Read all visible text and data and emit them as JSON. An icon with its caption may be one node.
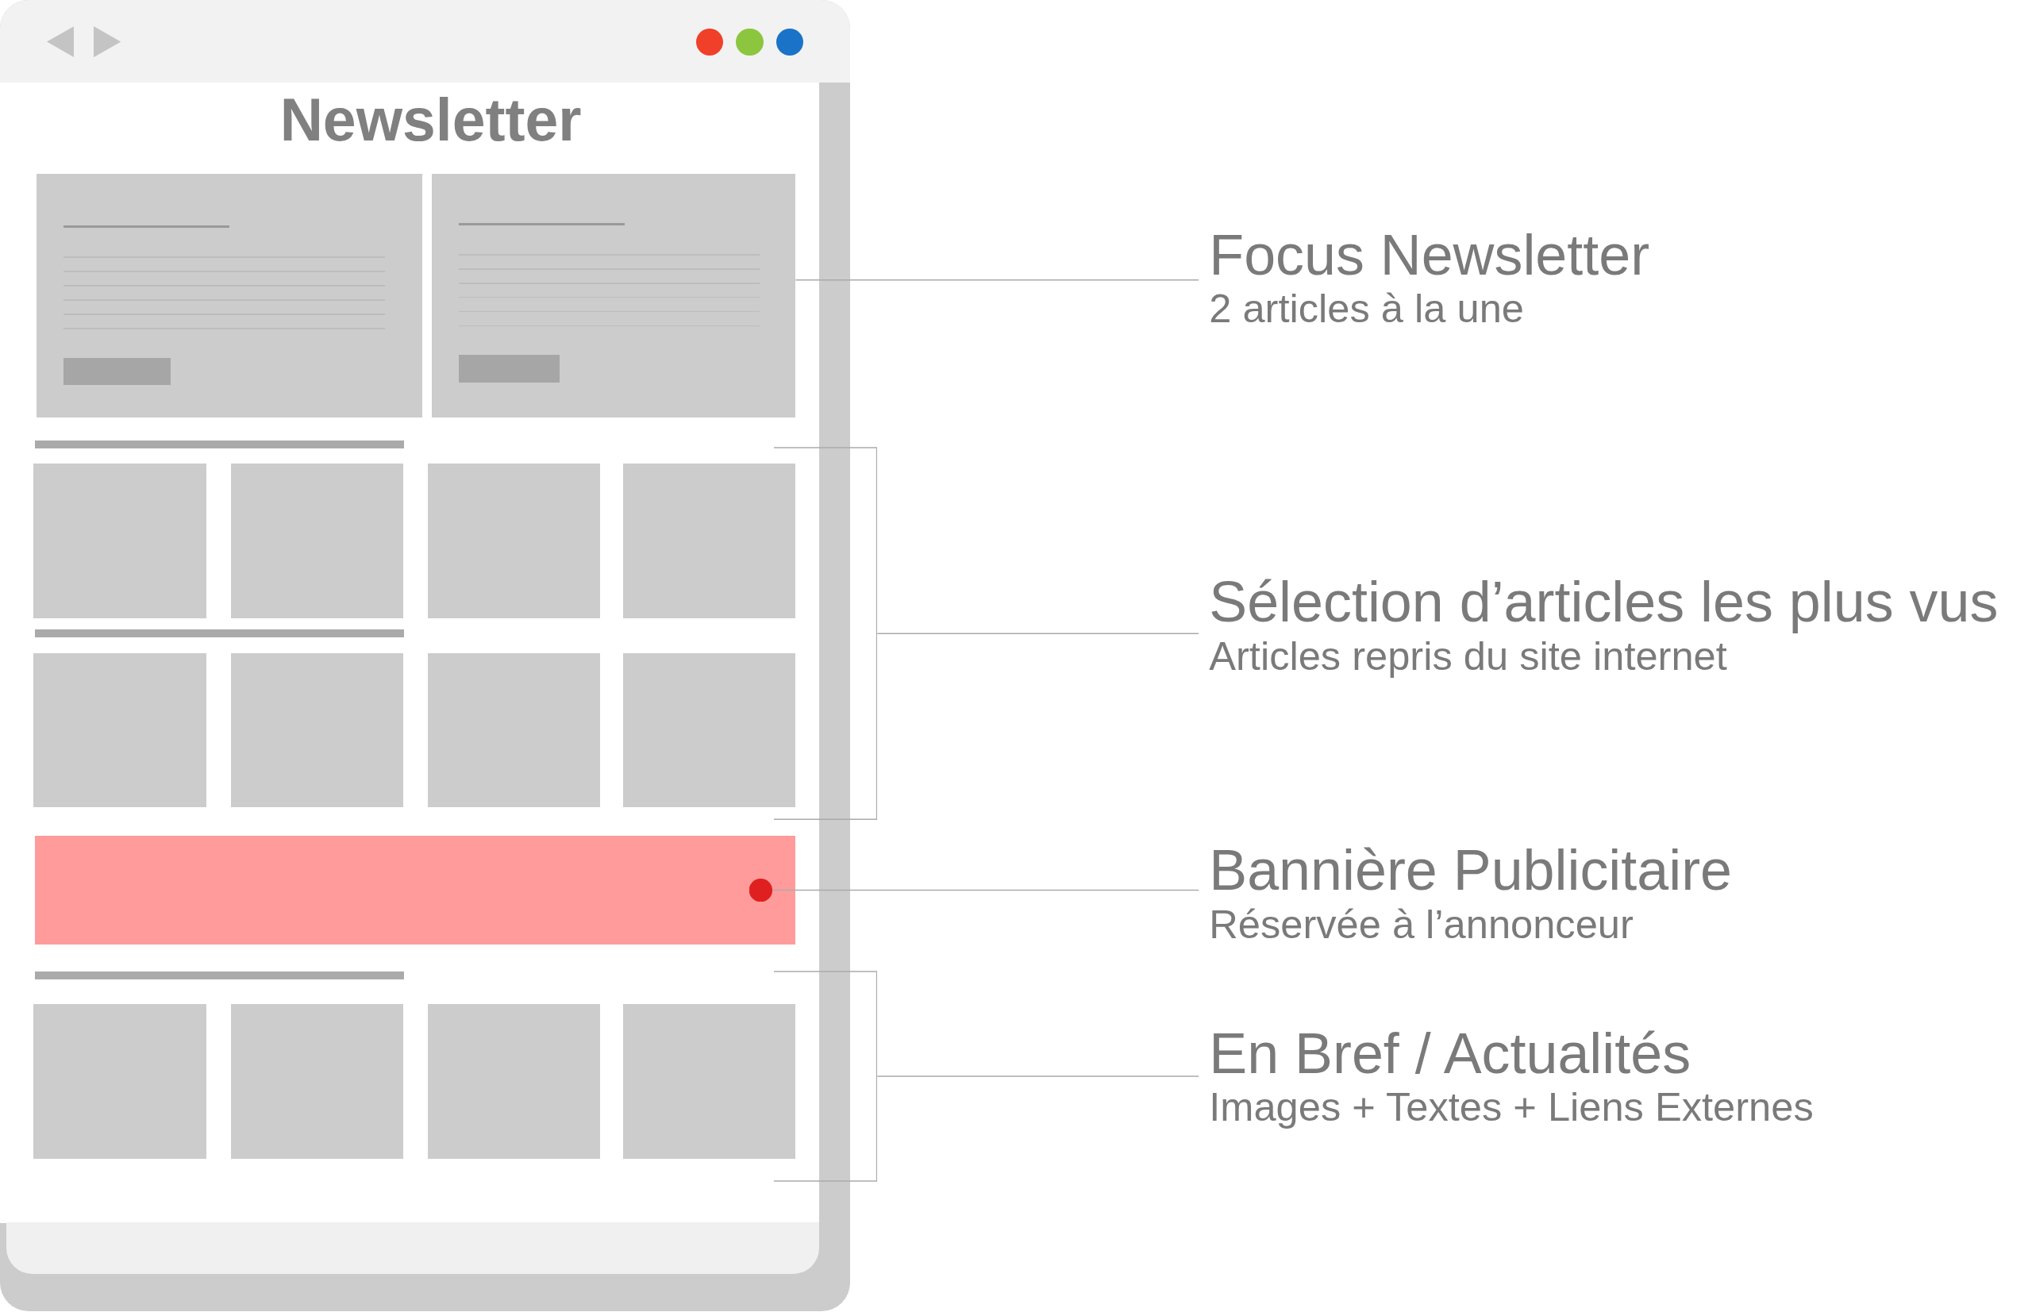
{
  "diagram": {
    "nodes": [
      {
        "text": [
          "Newsletter"
        ]
      },
      {
        "text": [],
        "shape": "box",
        "in": 0
      },
      {
        "text": [],
        "shape": "box",
        "in": 0
      },
      {
        "text": [],
        "shape": "bar",
        "in": 0
      },
      {
        "text": [
          "Focus Newsletter",
          "2 articles à la une"
        ]
      },
      {
        "text": [
          "Sélection d’articles les plus vus",
          "Articles repris du site internet"
        ]
      },
      {
        "text": [
          "Bannière Publicitaire",
          "Réservée à l’annonceur"
        ]
      },
      {
        "text": [
          "En Bref / Actualités",
          "Images + Textes + Liens Externes"
        ]
      },
      {
        "text": [],
        "shape": "bracket"
      },
      {
        "text": [],
        "shape": "bracket"
      }
    ],
    "edges": [
      {
        "from": 4,
        "to": 2,
        "arrow": "none"
      },
      {
        "from": 5,
        "to": 8,
        "arrow": "none"
      },
      {
        "from": 6,
        "to": 3,
        "arrow": "other"
      },
      {
        "from": 7,
        "to": 9,
        "arrow": "none"
      }
    ]
  }
}
